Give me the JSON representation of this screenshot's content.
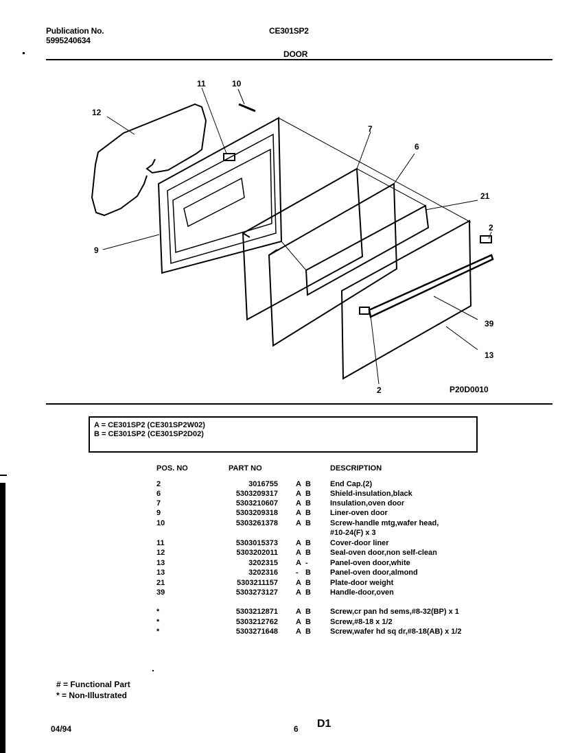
{
  "header": {
    "publication_label": "Publication No.",
    "publication_number": "5995240634",
    "model": "CE301SP2",
    "section": "DOOR"
  },
  "diagram": {
    "code": "P20D0010",
    "callouts": [
      "11",
      "10",
      "12",
      "7",
      "6",
      "21",
      "2",
      "9",
      "39",
      "13",
      "2"
    ]
  },
  "legend": {
    "a": "A  =  CE301SP2 (CE301SP2W02)",
    "b": "B  =  CE301SP2 (CE301SP2D02)"
  },
  "table": {
    "col_pos": "POS. NO",
    "col_part": "PART NO",
    "col_desc": "DESCRIPTION",
    "rows": [
      {
        "pos": "2",
        "part": "3016755",
        "a": "A",
        "b": "B",
        "desc": "End Cap.(2)"
      },
      {
        "pos": "6",
        "part": "5303209317",
        "a": "A",
        "b": "B",
        "desc": "Shield-insulation,black"
      },
      {
        "pos": "7",
        "part": "5303210607",
        "a": "A",
        "b": "B",
        "desc": "Insulation,oven door"
      },
      {
        "pos": "9",
        "part": "5303209318",
        "a": "A",
        "b": "B",
        "desc": "Liner-oven door"
      },
      {
        "pos": "10",
        "part": "5303261378",
        "a": "A",
        "b": "B",
        "desc": "Screw-handle mtg,wafer head,"
      },
      {
        "pos": "",
        "part": "",
        "a": "",
        "b": "",
        "desc": "#10-24(F) x 3"
      },
      {
        "pos": "11",
        "part": "5303015373",
        "a": "A",
        "b": "B",
        "desc": "Cover-door liner"
      },
      {
        "pos": "12",
        "part": "5303202011",
        "a": "A",
        "b": "B",
        "desc": "Seal-oven door,non self-clean"
      },
      {
        "pos": "13",
        "part": "3202315",
        "a": "A",
        "b": "-",
        "desc": "Panel-oven door,white"
      },
      {
        "pos": "13",
        "part": "3202316",
        "a": "-",
        "b": "B",
        "desc": "Panel-oven door,almond"
      },
      {
        "pos": "21",
        "part": "5303211157",
        "a": "A",
        "b": "B",
        "desc": "Plate-door weight"
      },
      {
        "pos": "39",
        "part": "5303273127",
        "a": "A",
        "b": "B",
        "desc": "Handle-door,oven"
      },
      {
        "pos": "*",
        "part": "5303212871",
        "a": "A",
        "b": "B",
        "desc": "Screw,cr pan hd sems,#8-32(BP) x 1"
      },
      {
        "pos": "*",
        "part": "5303212762",
        "a": "A",
        "b": "B",
        "desc": "Screw,#8-18 x 1/2"
      },
      {
        "pos": "*",
        "part": "5303271648",
        "a": "A",
        "b": "B",
        "desc": "Screw,wafer hd sq dr,#8-18(AB) x 1/2"
      }
    ]
  },
  "notes": {
    "functional": "# = Functional Part",
    "non_illustrated": "* = Non-Illustrated"
  },
  "footer": {
    "date": "04/94",
    "page": "6",
    "section_code": "D1"
  }
}
